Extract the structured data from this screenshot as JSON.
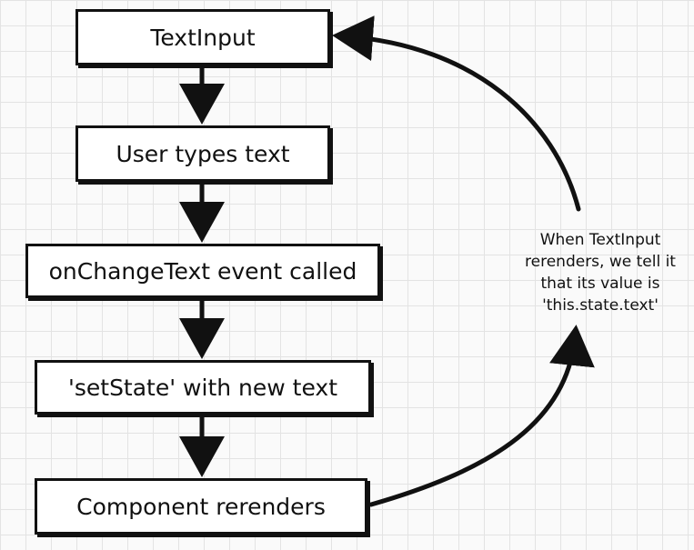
{
  "diagram": {
    "steps": [
      {
        "label": "TextInput"
      },
      {
        "label": "User types text"
      },
      {
        "label": "onChangeText event called"
      },
      {
        "label": "'setState' with new text"
      },
      {
        "label": "Component rerenders"
      }
    ],
    "note": {
      "lines": [
        "When TextInput",
        "rerenders, we tell it",
        "that its value is",
        "'this.state.text'"
      ]
    }
  }
}
